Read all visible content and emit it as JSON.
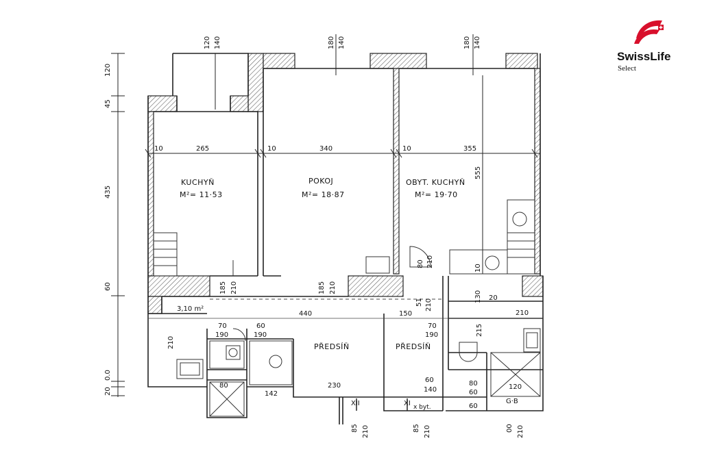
{
  "logo": {
    "brand": "SwissLife",
    "sub": "Select",
    "color": "#d8102c"
  },
  "rooms": {
    "kuchyn": {
      "name": "KUCHYŇ",
      "area": "M²=  11·53"
    },
    "pokoj": {
      "name": "POKOJ",
      "area": "M²=  18·87"
    },
    "obyt": {
      "name": "OBYT. KUCHYŇ",
      "area": "M²=  19·70"
    },
    "predsin1": {
      "name": "PŘEDSÍŇ"
    },
    "predsin2": {
      "name": "PŘEDSÍŇ"
    },
    "small_area": "3,10 m²",
    "gb": "G·B",
    "xbyt": "x byt."
  },
  "dims": {
    "top_120": "120",
    "top_140a": "140",
    "top_180a": "180",
    "top_140b": "140",
    "top_180b": "180",
    "top_140c": "140",
    "left_120": "120",
    "left_45": "45",
    "left_435": "435",
    "left_60": "60",
    "left_00": "0.0",
    "left_20": "20",
    "w10a": "10",
    "w265": "265",
    "w10b": "10",
    "w340": "340",
    "w10c": "10",
    "w355": "355",
    "h555": "555",
    "d80": "80",
    "d210a": "210",
    "d10": "10",
    "d185a": "185",
    "d210b": "210",
    "d185b": "185",
    "d210c": "210",
    "d51": "51",
    "d210d": "210",
    "d130": "130",
    "d20": "20",
    "d210e": "210",
    "d440": "440",
    "d150": "150",
    "d70a": "70",
    "d190a": "190",
    "d60a": "60",
    "d190b": "190",
    "d70b": "70",
    "d190c": "190",
    "d215": "215",
    "d210f": "210",
    "d80b": "80",
    "d142": "142",
    "d230": "230",
    "d60b": "60",
    "d140": "140",
    "d80c": "80",
    "d60c": "60",
    "d120": "120",
    "d60d": "60",
    "xii": "XII",
    "xi": "XI",
    "b85a": "85",
    "b210a": "210",
    "b85b": "85",
    "b210b": "210",
    "b00": "00",
    "b210c": "210"
  }
}
